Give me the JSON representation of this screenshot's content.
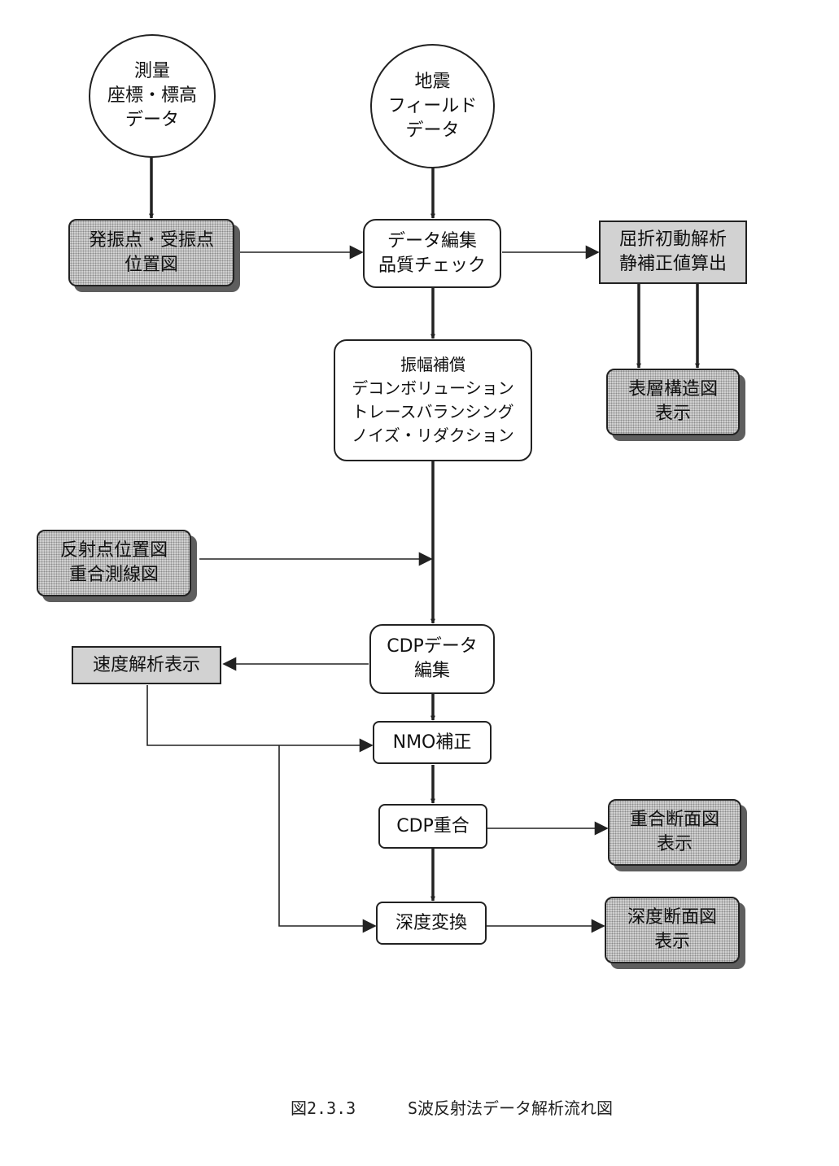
{
  "nodes": {
    "survey": [
      "測量",
      "座標・標高",
      "データ"
    ],
    "field": [
      "地震",
      "フィールド",
      "データ"
    ],
    "shotmap": [
      "発振点・受振点",
      "位置図"
    ],
    "edit": [
      "データ編集",
      "品質チェック"
    ],
    "refraction": [
      "屈折初動解析",
      "静補正値算出"
    ],
    "preproc": [
      "振幅補償",
      "デコンボリューション",
      "トレースバランシング",
      "ノイズ・リダクション"
    ],
    "surface": [
      "表層構造図",
      "表示"
    ],
    "reflmap": [
      "反射点位置図",
      "重合測線図"
    ],
    "cdpedit": [
      "CDPデータ",
      "編集"
    ],
    "velocity": [
      "速度解析表示"
    ],
    "nmo": [
      "NMO補正"
    ],
    "stack": [
      "CDP重合"
    ],
    "stacksec": [
      "重合断面図",
      "表示"
    ],
    "depthconv": [
      "深度変換"
    ],
    "depthsec": [
      "深度断面図",
      "表示"
    ]
  },
  "caption": {
    "figure_number": "図2.3.3",
    "title": "S波反射法データ解析流れ図"
  }
}
